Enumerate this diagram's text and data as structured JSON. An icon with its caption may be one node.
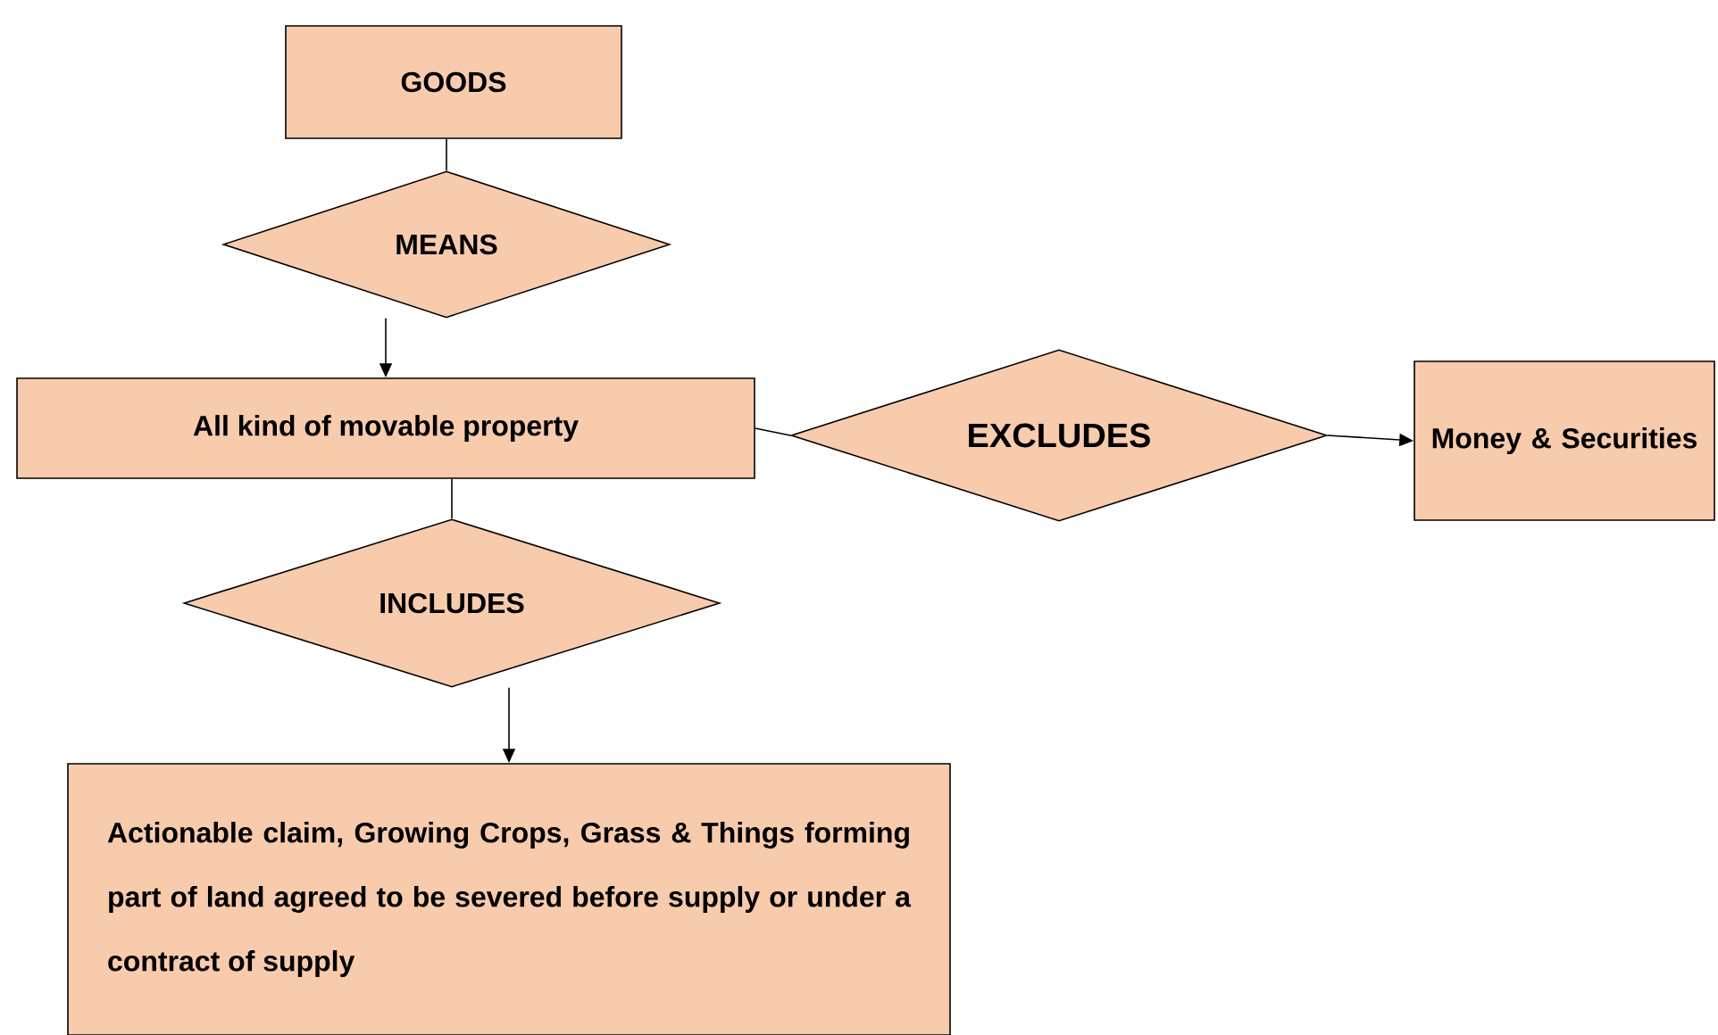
{
  "diagram": {
    "nodes": [
      {
        "text": [
          "GOODS"
        ]
      },
      {
        "text": [
          "MEANS"
        ]
      },
      {
        "text": [
          "All kind of movable property"
        ]
      },
      {
        "text": [
          "EXCLUDES"
        ]
      },
      {
        "text": [
          "Money & Securities"
        ]
      },
      {
        "text": [
          "INCLUDES"
        ]
      },
      {
        "text": [
          "Actionable claim, Growing Crops, Grass & Things forming part of land agreed to be severed before supply or under a contract of supply"
        ]
      }
    ],
    "edges": [
      {
        "from": 0,
        "to": 1,
        "arrow": "none"
      },
      {
        "from": 1,
        "to": 2,
        "arrow": "to"
      },
      {
        "from": 2,
        "to": 3,
        "arrow": "none"
      },
      {
        "from": 3,
        "to": 4,
        "arrow": "to"
      },
      {
        "from": 2,
        "to": 5,
        "arrow": "none"
      },
      {
        "from": 5,
        "to": 6,
        "arrow": "to"
      }
    ]
  }
}
